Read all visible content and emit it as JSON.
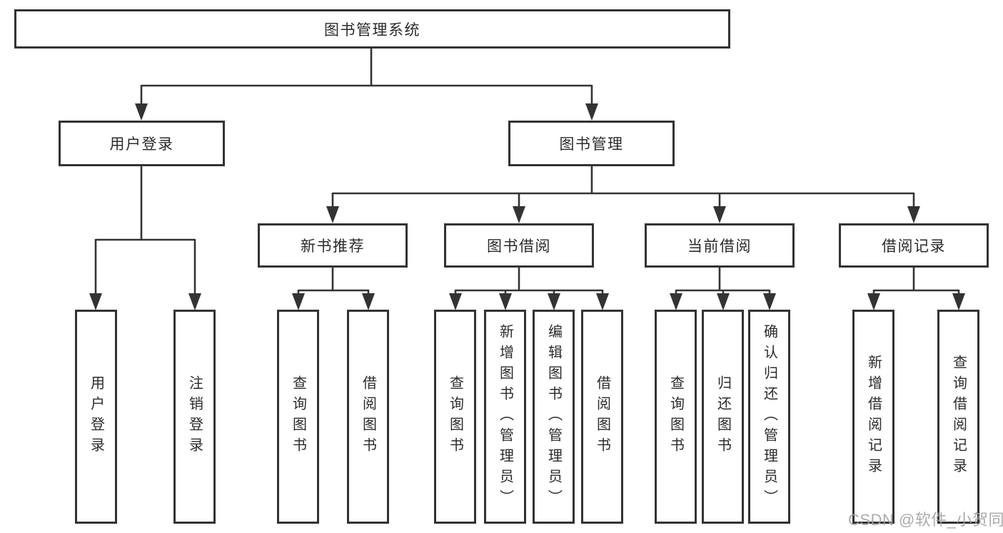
{
  "root": {
    "label": "图书管理系统"
  },
  "level2": [
    {
      "label": "用户登录"
    },
    {
      "label": "图书管理"
    }
  ],
  "level3": [
    {
      "label": "新书推荐"
    },
    {
      "label": "图书借阅"
    },
    {
      "label": "当前借阅"
    },
    {
      "label": "借阅记录"
    }
  ],
  "level4": {
    "user_login": [
      {
        "label": "用户登录"
      },
      {
        "label": "注销登录"
      }
    ],
    "new_book": [
      {
        "label": "查询图书"
      },
      {
        "label": "借阅图书"
      }
    ],
    "book_borrow": [
      {
        "label": "查询图书"
      },
      {
        "label": "新增图书（管理员）"
      },
      {
        "label": "编辑图书（管理员）"
      },
      {
        "label": "借阅图书"
      }
    ],
    "current_borrow": [
      {
        "label": "查询图书"
      },
      {
        "label": "归还图书"
      },
      {
        "label": "确认归还（管理员）"
      }
    ],
    "borrow_record": [
      {
        "label": "新增借阅记录"
      },
      {
        "label": "查询借阅记录"
      }
    ]
  },
  "watermark": "CSDN @软件_小贺同学",
  "colors": {
    "line": "#333333",
    "box_border": "#333333",
    "box_fill": "#ffffff",
    "text": "#2b2b2b",
    "watermark": "#a2a2a2",
    "background": "#ffffff"
  }
}
